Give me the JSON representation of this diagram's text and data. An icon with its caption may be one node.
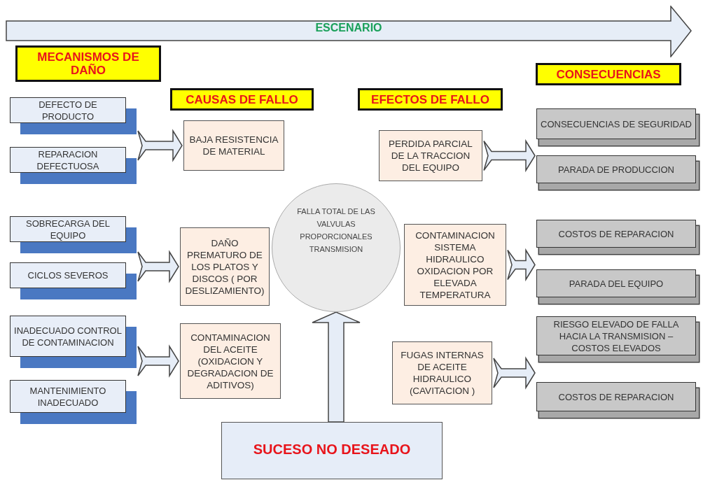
{
  "diagram": {
    "nodes": [
      {
        "text": [
          "ESCENARIO"
        ]
      },
      {
        "text": [
          "MECANISMOS DE DAÑO"
        ]
      },
      {
        "text": [
          "CAUSAS DE FALLO"
        ]
      },
      {
        "text": [
          "EFECTOS DE FALLO"
        ]
      },
      {
        "text": [
          "CONSECUENCIAS"
        ]
      },
      {
        "text": [
          "DEFECTO DE PRODUCTO"
        ]
      },
      {
        "text": [
          "REPARACION DEFECTUOSA"
        ]
      },
      {
        "text": [
          "SOBRECARGA DEL EQUIPO"
        ]
      },
      {
        "text": [
          "CICLOS SEVEROS"
        ]
      },
      {
        "text": [
          "INADECUADO CONTROL DE CONTAMINACION"
        ]
      },
      {
        "text": [
          "MANTENIMIENTO INADECUADO"
        ]
      },
      {
        "text": [
          "BAJA RESISTENCIA DE MATERIAL"
        ]
      },
      {
        "text": [
          "DAÑO PREMATURO DE LOS PLATOS Y DISCOS ( POR DESLIZAMIENTO)"
        ]
      },
      {
        "text": [
          "CONTAMINACION DEL ACEITE (OXIDACION Y DEGRADACION DE ADITIVOS)"
        ]
      },
      {
        "text": [
          "FALLA TOTAL DE LAS VALVULAS PROPORCIONALES TRANSMISION"
        ]
      },
      {
        "text": [
          "PERDIDA PARCIAL DE LA TRACCION DEL EQUIPO"
        ]
      },
      {
        "text": [
          "CONTAMINACION SISTEMA HIDRAULICO OXIDACION POR ELEVADA TEMPERATURA"
        ]
      },
      {
        "text": [
          "FUGAS INTERNAS DE ACEITE HIDRAULICO (CAVITACION )"
        ]
      },
      {
        "text": [
          "CONSECUENCIAS DE SEGURIDAD"
        ]
      },
      {
        "text": [
          "PARADA DE PRODUCCION"
        ]
      },
      {
        "text": [
          "COSTOS DE REPARACION"
        ]
      },
      {
        "text": [
          "PARADA DEL EQUIPO"
        ]
      },
      {
        "text": [
          "RIESGO ELEVADO DE FALLA HACIA LA TRANSMISION – COSTOS ELEVADOS"
        ]
      },
      {
        "text": [
          "COSTOS DE REPARACION"
        ]
      },
      {
        "text": [
          "SUCESO NO DESEADO"
        ]
      }
    ],
    "edges": [
      {
        "from": 5,
        "to": 11,
        "arrow": "to"
      },
      {
        "from": 6,
        "to": 11,
        "arrow": "to"
      },
      {
        "from": 7,
        "to": 12,
        "arrow": "to"
      },
      {
        "from": 8,
        "to": 12,
        "arrow": "to"
      },
      {
        "from": 9,
        "to": 13,
        "arrow": "to"
      },
      {
        "from": 10,
        "to": 13,
        "arrow": "to"
      },
      {
        "from": 15,
        "to": 18,
        "arrow": "to"
      },
      {
        "from": 15,
        "to": 19,
        "arrow": "to"
      },
      {
        "from": 16,
        "to": 20,
        "arrow": "to"
      },
      {
        "from": 16,
        "to": 21,
        "arrow": "to"
      },
      {
        "from": 17,
        "to": 22,
        "arrow": "to"
      },
      {
        "from": 17,
        "to": 23,
        "arrow": "to"
      },
      {
        "from": 24,
        "to": 14,
        "arrow": "to"
      }
    ]
  }
}
